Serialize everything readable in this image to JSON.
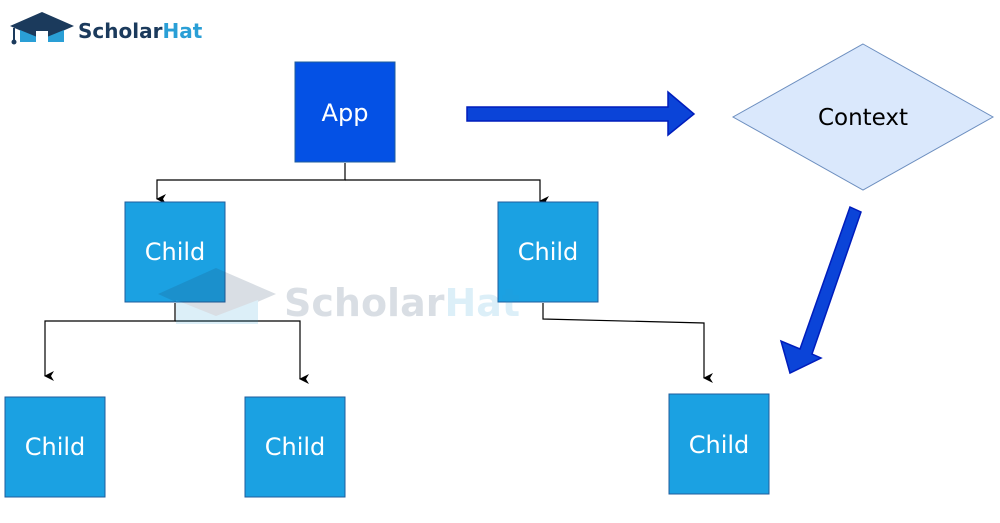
{
  "brand": {
    "name_part1": "Scholar",
    "name_part2": "Hat",
    "watermark_part1": "Scholar",
    "watermark_part2": "Hat"
  },
  "nodes": {
    "app": "App",
    "context": "Context",
    "child_left": "Child",
    "child_right": "Child",
    "grandchild_left_a": "Child",
    "grandchild_left_b": "Child",
    "grandchild_right": "Child"
  },
  "colors": {
    "app_fill": "#0451e5",
    "child_fill": "#1ba1e2",
    "node_stroke": "#1f5d9c",
    "context_fill": "#dae8fc",
    "context_stroke": "#6c8ebf",
    "big_arrow": "#0b44d8",
    "big_arrow_stroke": "#001dbc",
    "brand_dark": "#1b3a5c",
    "brand_accent": "#2a9fd6"
  }
}
